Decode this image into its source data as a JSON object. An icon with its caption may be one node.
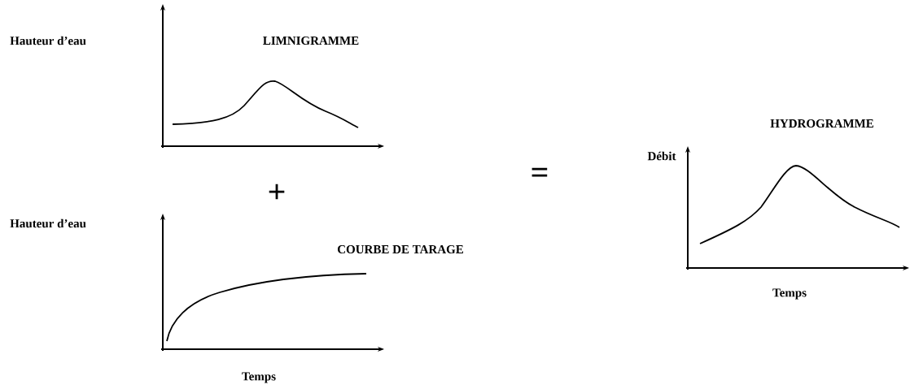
{
  "diagram": {
    "labels": [
      "Hauteur d’eau",
      "LIMNIGRAMME",
      "+",
      "Hauteur d’eau",
      "COURBE DE TARAGE",
      "Temps",
      "=",
      "HYDROGRAMME",
      "Débit",
      "Temps"
    ]
  }
}
